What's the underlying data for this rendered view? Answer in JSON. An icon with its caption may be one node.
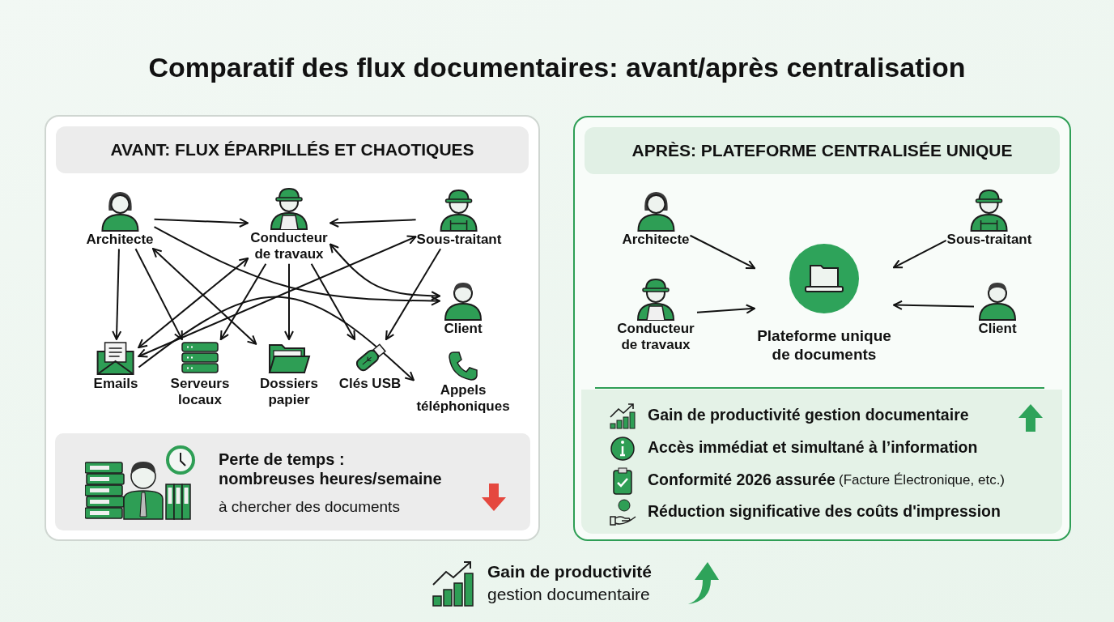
{
  "diagram": {
    "title": "Comparatif des flux documentaires: avant/après centralisation",
    "nodes": [
      {
        "text": [
          "AVANT: FLUX ÉPARPILLÉS ET CHAOTIQUES"
        ]
      },
      {
        "text": [
          "Architecte"
        ],
        "in": 0
      },
      {
        "text": [
          "Conducteur de travaux"
        ],
        "in": 0
      },
      {
        "text": [
          "Sous-traitant"
        ],
        "in": 0
      },
      {
        "text": [
          "Client"
        ],
        "in": 0
      },
      {
        "text": [
          "Emails"
        ],
        "in": 0
      },
      {
        "text": [
          "Serveurs locaux"
        ],
        "in": 0
      },
      {
        "text": [
          "Dossiers papier"
        ],
        "in": 0
      },
      {
        "text": [
          "Clés USB"
        ],
        "in": 0
      },
      {
        "text": [
          "Appels téléphoniques"
        ],
        "in": 0
      },
      {
        "text": [
          "Perte de temps : nombreuses heures/semaine",
          "à chercher des documents"
        ],
        "in": 0
      },
      {
        "text": [
          "APRÈS: PLATEFORME CENTRALISÉE UNIQUE"
        ]
      },
      {
        "text": [
          "Architecte"
        ],
        "in": 11
      },
      {
        "text": [
          "Sous-traitant"
        ],
        "in": 11
      },
      {
        "text": [
          "Conducteur de travaux"
        ],
        "in": 11
      },
      {
        "text": [
          "Plateforme unique de documents"
        ],
        "in": 11
      },
      {
        "text": [
          "Client"
        ],
        "in": 11
      },
      {
        "text": [
          "Gain de productivité gestion documentaire",
          "Accès immédiat et simultané à l’information",
          "Conformité 2026 assurée",
          "(Facture Électronique, etc.)",
          "Réduction significative des coûts d'impression"
        ],
        "in": 11
      }
    ],
    "edges": [
      {
        "from": 1,
        "to": 2,
        "arrow": "to"
      },
      {
        "from": 3,
        "to": 2,
        "arrow": "to"
      },
      {
        "from": 1,
        "to": 5,
        "arrow": "to"
      },
      {
        "from": 1,
        "to": 6,
        "arrow": "to"
      },
      {
        "from": 1,
        "to": 7,
        "arrow": "both"
      },
      {
        "from": 1,
        "to": 4,
        "arrow": "to"
      },
      {
        "from": 2,
        "to": 5,
        "arrow": "both"
      },
      {
        "from": 2,
        "to": 6,
        "arrow": "to"
      },
      {
        "from": 2,
        "to": 7,
        "arrow": "to"
      },
      {
        "from": 2,
        "to": 8,
        "arrow": "to"
      },
      {
        "from": 2,
        "to": 4,
        "arrow": "both"
      },
      {
        "from": 3,
        "to": 8,
        "arrow": "to"
      },
      {
        "from": 3,
        "to": 5,
        "arrow": "both"
      },
      {
        "from": 5,
        "to": 9,
        "arrow": "to"
      },
      {
        "from": 12,
        "to": 15,
        "arrow": "to"
      },
      {
        "from": 13,
        "to": 15,
        "arrow": "to"
      },
      {
        "from": 14,
        "to": 15,
        "arrow": "to"
      },
      {
        "from": 16,
        "to": 15,
        "arrow": "to"
      }
    ],
    "labels": [
      "Gain de productivité",
      "gestion documentaire"
    ]
  }
}
